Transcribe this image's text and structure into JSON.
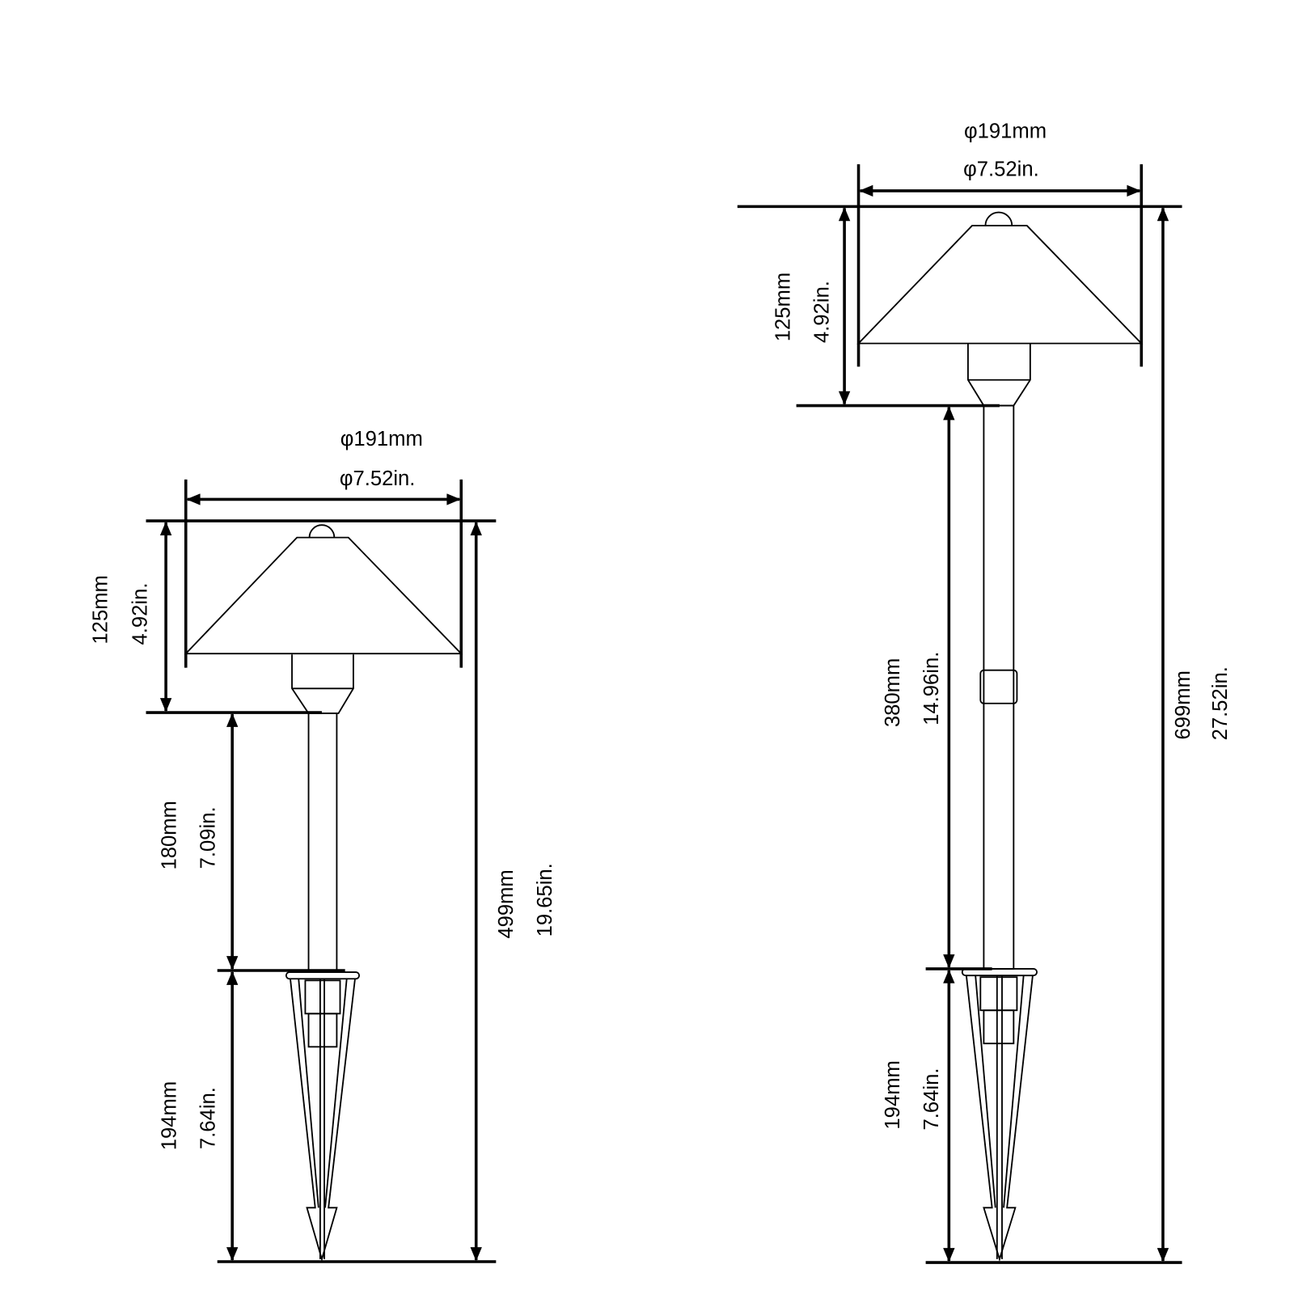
{
  "left_lamp": {
    "diameter_mm": "φ191mm",
    "diameter_in": "φ7.52in.",
    "head_height_mm": "125mm",
    "head_height_in": "4.92in.",
    "pole_height_mm": "180mm",
    "pole_height_in": "7.09in.",
    "stake_height_mm": "194mm",
    "stake_height_in": "7.64in.",
    "total_height_mm": "499mm",
    "total_height_in": "19.65in."
  },
  "right_lamp": {
    "diameter_mm": "φ191mm",
    "diameter_in": "φ7.52in.",
    "head_height_mm": "125mm",
    "head_height_in": "4.92in.",
    "pole_height_mm": "380mm",
    "pole_height_in": "14.96in.",
    "stake_height_mm": "194mm",
    "stake_height_in": "7.64in.",
    "total_height_mm": "699mm",
    "total_height_in": "27.52in."
  }
}
